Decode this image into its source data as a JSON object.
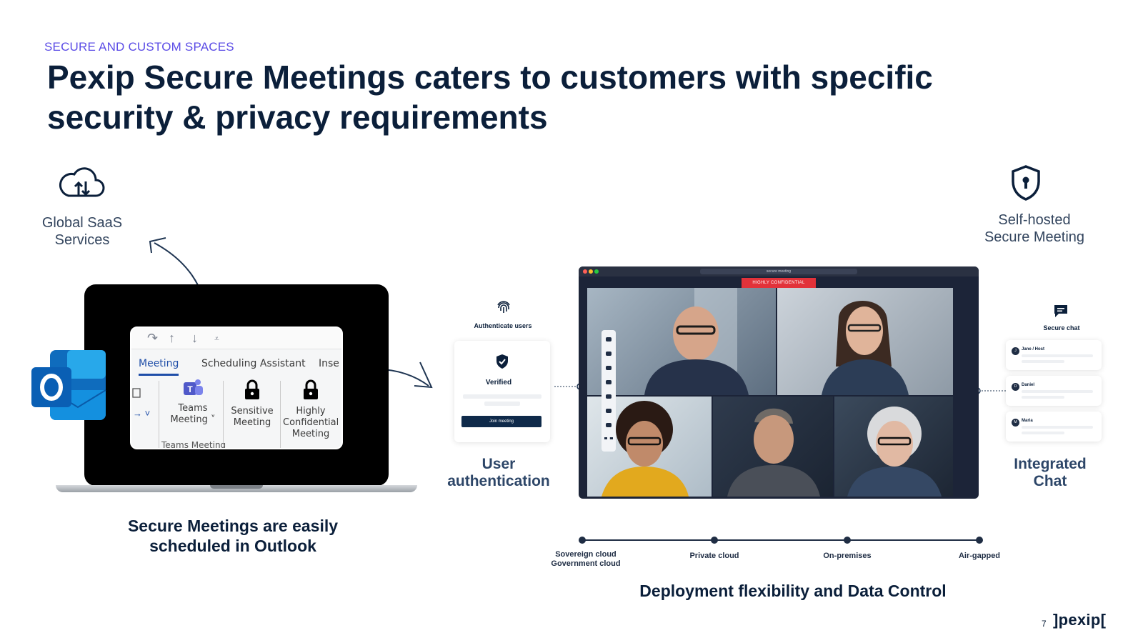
{
  "header": {
    "eyebrow": "SECURE AND CUSTOM SPACES",
    "headline": "Pexip Secure Meetings caters to customers with specific security & privacy requirements"
  },
  "left": {
    "cloud_label": "Global SaaS Services",
    "ribbon": {
      "tabs": [
        "Meeting",
        "Scheduling Assistant",
        "Inse"
      ],
      "buttons": [
        {
          "label": "Teams Meeting ˅"
        },
        {
          "label": "Sensitive Meeting"
        },
        {
          "label": "Highly Confidential Meeting"
        }
      ],
      "group_label": "Teams Meeting"
    },
    "caption": "Secure Meetings are easily scheduled in Outlook"
  },
  "auth": {
    "icon_caption": "Authenticate users",
    "verified": "Verified",
    "join_button": "Join meeting",
    "label": "User authentication"
  },
  "meeting_window": {
    "banner": "HIGHLY CONFIDENTIAL",
    "url": "secure meeting"
  },
  "right": {
    "selfhost_label": "Self-hosted Secure Meeting",
    "chat_icon_caption": "Secure chat",
    "chat_items": [
      {
        "initial": "J",
        "name": "Jane / Host"
      },
      {
        "initial": "D",
        "name": "Daniel"
      },
      {
        "initial": "M",
        "name": "Maria"
      }
    ],
    "chat_label": "Integrated Chat"
  },
  "deployment": {
    "options": [
      {
        "line1": "Sovereign cloud",
        "line2": "Government cloud"
      },
      {
        "line1": "Private cloud",
        "line2": ""
      },
      {
        "line1": "On-premises",
        "line2": ""
      },
      {
        "line1": "Air-gapped",
        "line2": ""
      }
    ],
    "caption": "Deployment flexibility and Data Control"
  },
  "footer": {
    "page_number": "7",
    "logo": "]pexip["
  },
  "colors": {
    "navy": "#0b1f3a",
    "accent_purple": "#5b4ce6",
    "confidential_red": "#e2323a",
    "outlook_blue": "#0f6cbd"
  },
  "icons": [
    "cloud-sync-icon",
    "shield-keyhole-icon",
    "fingerprint-icon",
    "shield-check-icon",
    "chat-icon",
    "outlook-icon",
    "teams-icon",
    "lock-icon"
  ]
}
